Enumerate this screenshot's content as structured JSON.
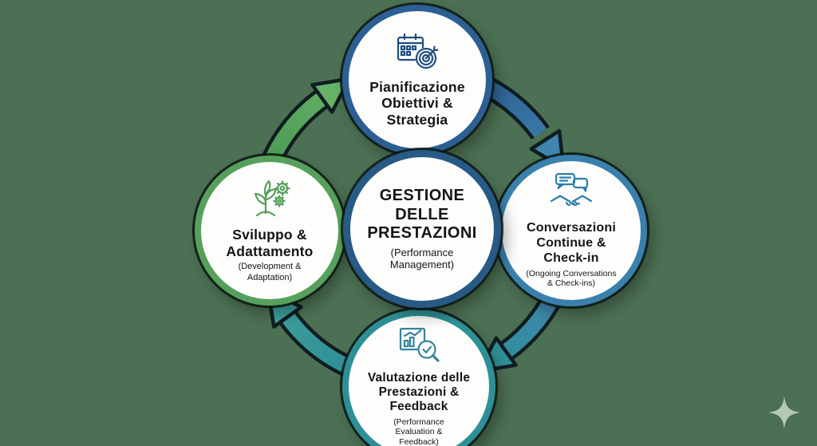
{
  "canvas": {
    "background_color": "#4c7053",
    "watermark": {
      "icon": "sparkle-icon",
      "color": "#b6c8b5"
    }
  },
  "center": {
    "lines": [
      "GESTIONE",
      "DELLE",
      "PRESTAZIONI"
    ],
    "subtitle_lines": [
      "(Performance",
      "Management)"
    ],
    "border_color": "#275a84"
  },
  "nodes": {
    "top": {
      "lines": [
        "Pianificazione",
        "Obiettivi &",
        "Strategia"
      ],
      "icon": "calendar-target-icon",
      "border_color": "#2c6094",
      "icon_color": "#1f4e7d"
    },
    "right": {
      "lines": [
        "Conversazioni",
        "Continue &",
        "Check-in"
      ],
      "subtitle_lines": [
        "(Ongoing Conversations",
        "& Check-ins)"
      ],
      "icon": "chat-handshake-icon",
      "border_color": "#3a80ad",
      "icon_color": "#2d7fae"
    },
    "bottom": {
      "lines": [
        "Valutazione delle",
        "Prestazioni &",
        "Feedback"
      ],
      "subtitle_lines": [
        "(Performance",
        "Evaluation &",
        "Feedback)"
      ],
      "icon": "chart-magnifier-icon",
      "border_color": "#2e9097",
      "icon_color": "#37839b"
    },
    "left": {
      "lines": [
        "Sviluppo &",
        "Adattamento"
      ],
      "subtitle_lines": [
        "(Development &",
        "Adaptation)"
      ],
      "icon": "plant-gears-icon",
      "border_color": "#57a05c",
      "icon_color": "#55a05c"
    }
  },
  "arrows": {
    "top_to_right": {
      "from": "top",
      "to": "right",
      "color_start": "#2b5f94",
      "color_end": "#3f85ae"
    },
    "right_to_bottom": {
      "from": "right",
      "to": "bottom",
      "color_start": "#3f85ae",
      "color_end": "#2e9097"
    },
    "bottom_to_left": {
      "from": "bottom",
      "to": "left",
      "color_start": "#2e9097",
      "color_end": "#3fa09b"
    },
    "left_to_top": {
      "from": "left",
      "to": "top",
      "color_start": "#4d9b55",
      "color_end": "#66b267"
    }
  }
}
